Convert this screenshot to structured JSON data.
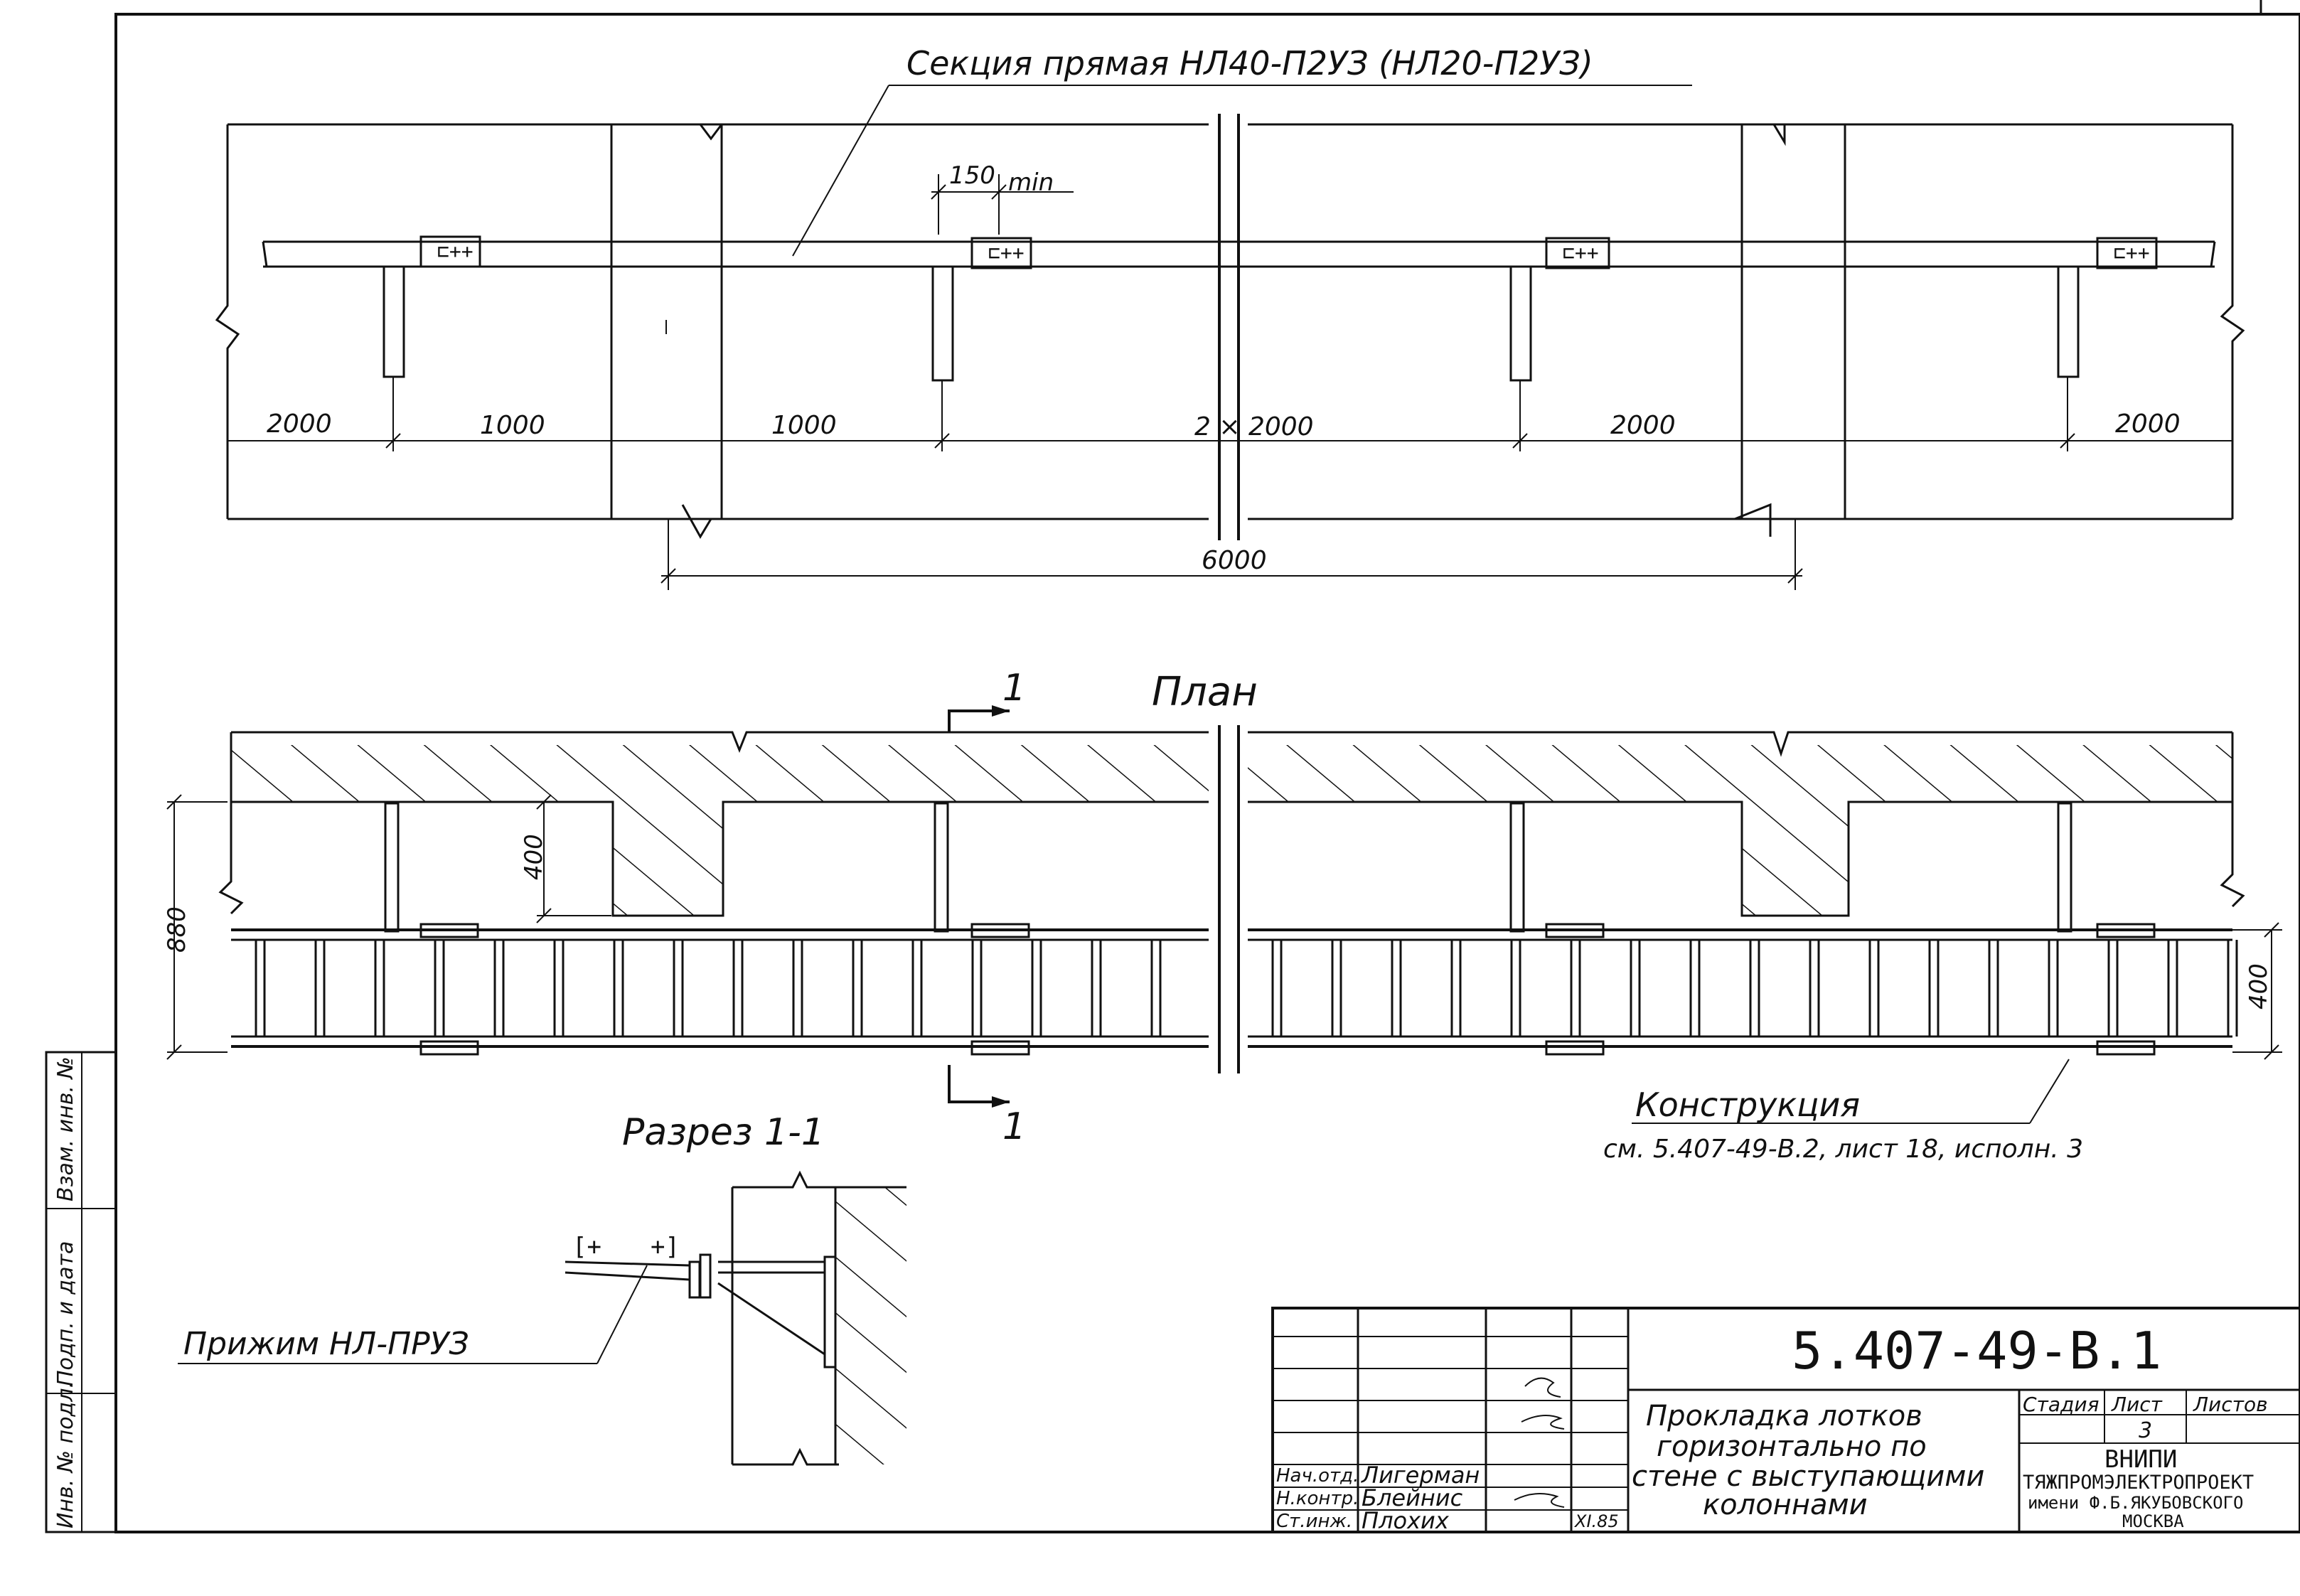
{
  "top_section": {
    "title": "Секция прямая НЛ40-П2УЗ (НЛ20-П2УЗ)",
    "dim_150": "150",
    "dim_min": "min",
    "dims": [
      "2000",
      "1000",
      "1000",
      "2 × 2000",
      "2000",
      "2000"
    ],
    "dim_overall": "6000"
  },
  "plan": {
    "title": "План",
    "cut_mark": "1",
    "dim_400_column": "400",
    "dim_880": "880",
    "dim_400_tray": "400",
    "construction_label": "Конструкция",
    "construction_ref": "см. 5.407-49-В.2, лист 18, исполн. 3"
  },
  "section": {
    "title": "Разрез 1-1",
    "clamp_label": "Прижим НЛ-ПРУЗ"
  },
  "side_stamp": {
    "items": [
      "Инв. № подл.",
      "Подп. и дата",
      "Взам. инв. №"
    ]
  },
  "title_block": {
    "doc_number": "5.407-49-В.1",
    "title_lines": [
      "Прокладка лотков",
      "горизонтально по",
      "стене с выступающими",
      "колоннами"
    ],
    "head_stage": "Стадия",
    "head_sheet": "Лист",
    "head_sheets": "Листов",
    "sheet": "3",
    "org_lines": [
      "ВНИПИ",
      "ТЯЖПРОМЭЛЕКТРОПРОЕКТ",
      "имени Ф.Б.ЯКУБОВСКОГО",
      "МОСКВА"
    ],
    "signatures": [
      {
        "role": "Нач.отд.",
        "name": "Лигерман"
      },
      {
        "role": "Н.контр.",
        "name": "Блейнис"
      },
      {
        "role": "Ст.инж.",
        "name": "Плохих"
      }
    ],
    "date": "XI.85"
  }
}
